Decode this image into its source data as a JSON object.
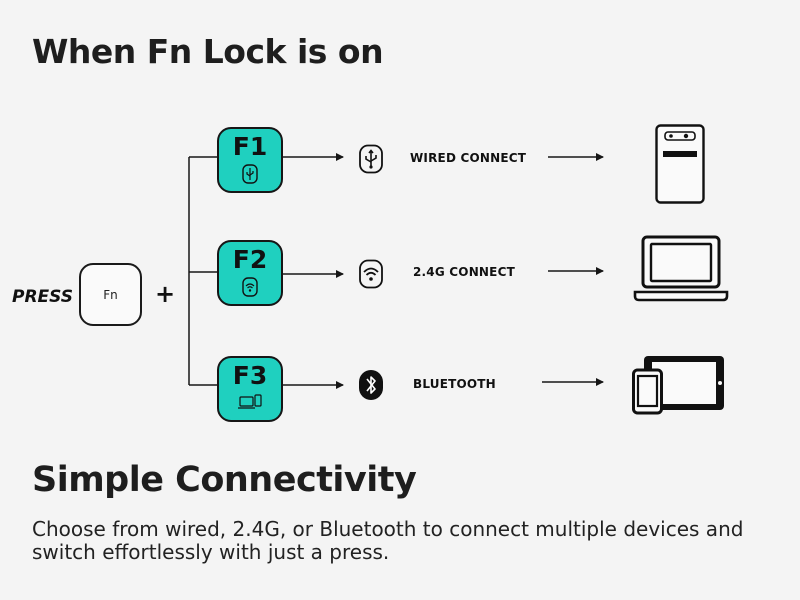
{
  "title": "When Fn Lock is on",
  "press_label": "PRESS",
  "fn_key_label": "Fn",
  "plus_sign": "+",
  "keys": [
    {
      "label": "F1",
      "icon": "usb-icon"
    },
    {
      "label": "F2",
      "icon": "wifi-icon"
    },
    {
      "label": "F3",
      "icon": "devices-icon"
    }
  ],
  "connections": [
    {
      "label": "WIRED CONNECT",
      "icon": "usb-icon",
      "device": "desktop-tower-icon"
    },
    {
      "label": "2.4G CONNECT",
      "icon": "wireless-icon",
      "device": "laptop-icon"
    },
    {
      "label": "BLUETOOTH",
      "icon": "bluetooth-icon",
      "device": "phone-tablet-icon"
    }
  ],
  "subtitle": "Simple Connectivity",
  "description": "Choose from wired, 2.4G, or Bluetooth to connect multiple devices and switch effortlessly with just a press.",
  "colors": {
    "key_accent": "#1fd0bf",
    "background": "#f4f4f4",
    "ink": "#161616"
  }
}
